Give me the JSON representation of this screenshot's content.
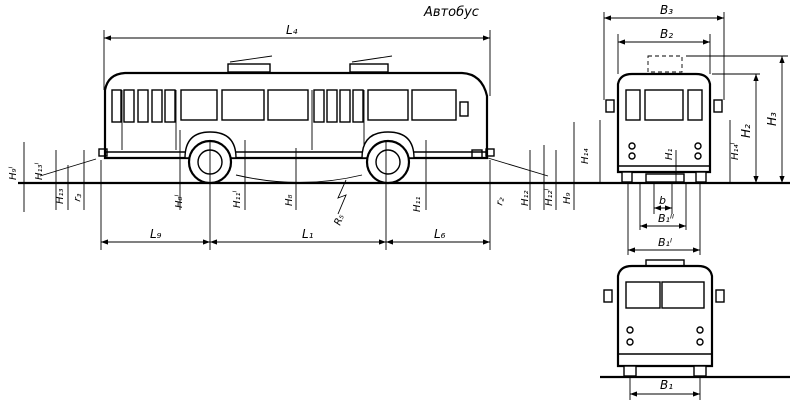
{
  "diagram": {
    "title": "Автобус",
    "dimensions": {
      "L4": "L₄",
      "L1": "L₁",
      "L6": "L₆",
      "L9": "L₉",
      "B3": "B₃",
      "B2": "B₂",
      "B1": "B₁",
      "B1_II": "B₁ᴵᴵ",
      "B1_I": "B₁ᴵ",
      "b": "b",
      "H1": "H₁",
      "H2": "H₂",
      "H3": "H₃",
      "H14": "H₁₄",
      "H14_I": "H₁₄ᴵ",
      "H9": "H₉",
      "H9_I": "H₉ᴵ",
      "H8": "H₈",
      "H8_I": "H₈ᴵ",
      "H11": "H₁₁",
      "H11_I": "H₁₁ᴵ",
      "H12": "H₁₂",
      "H12_I": "H₁₂ᴵ",
      "H13": "H₁₃",
      "H13_I": "H₁₃ᴵ",
      "R5": "R₅",
      "r3": "r₃",
      "r2": "r₂"
    }
  }
}
